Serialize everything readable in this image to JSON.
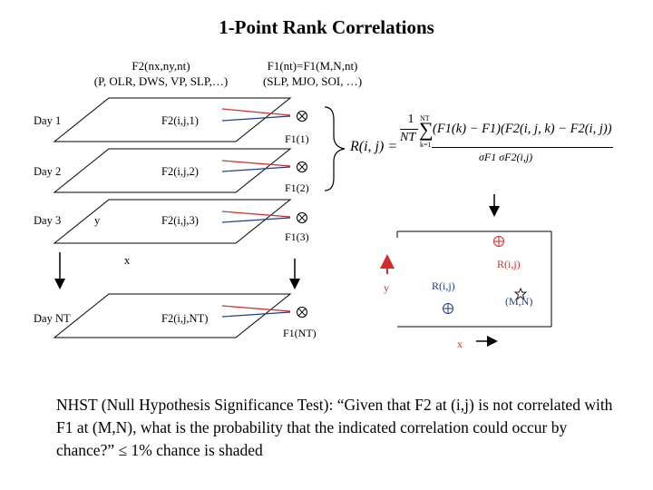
{
  "title": "1-Point Rank Correlations",
  "field2_header": {
    "line1": "F2(nx,ny,nt)",
    "line2": "(P, OLR, DWS, VP, SLP,…)"
  },
  "field1_header": {
    "line1": "F1(nt)=F1(M,N,nt)",
    "line2": "(SLP, MJO, SOI, …)"
  },
  "days": [
    {
      "day": "Day 1",
      "f2": "F2(i,j,1)",
      "f1": "F1(1)"
    },
    {
      "day": "Day 2",
      "f2": "F2(i,j,2)",
      "f1": "F1(2)"
    },
    {
      "day": "Day 3",
      "f2": "F2(i,j,3)",
      "f1": "F1(3)"
    },
    {
      "day": "Day NT",
      "f2": "F2(i,j,NT)",
      "f1": "F1(NT)"
    }
  ],
  "axes": {
    "x": "x",
    "y": "y"
  },
  "formula": {
    "lhs": "R(i, j) =",
    "frac": "1",
    "nt": "NT",
    "sum_top": "NT",
    "sum_bottom": "k=1",
    "body": "(F1(k) − F1)(F2(i, j, k) − F2(i, j))",
    "denominator": "σF1 σF2(i,j)"
  },
  "result_panel": {
    "r_label": "R(i,j)",
    "r_point_label": "R(i,j)",
    "mn_label": "(M,N)",
    "y_label": "y",
    "x_label": "x"
  },
  "colors": {
    "red": "#d42a2a",
    "navy": "#1f3f8a",
    "purple": "#8a3aa6"
  },
  "bottom_text": "NHST (Null Hypothesis Significance Test): “Given that F2 at (i,j) is not correlated with F1 at (M,N), what is the probability that the indicated correlation could occur by chance?” ≤ 1% chance is shaded"
}
